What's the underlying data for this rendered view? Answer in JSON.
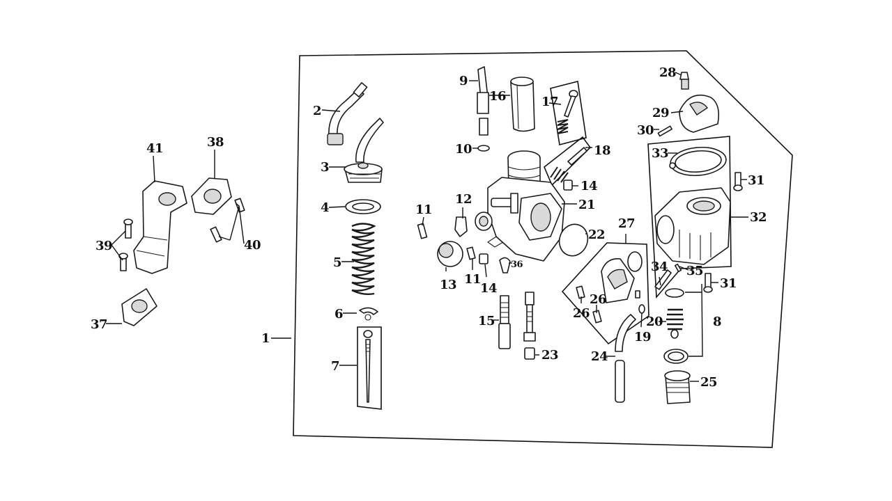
{
  "labels": [
    "1",
    "2",
    "3",
    "4",
    "5",
    "6",
    "7",
    "8",
    "9",
    "10",
    "11",
    "11",
    "12",
    "13",
    "14",
    "14",
    "15",
    "16",
    "17",
    "18",
    "19",
    "20",
    "21",
    "22",
    "23",
    "24",
    "25",
    "26",
    "26",
    "27",
    "28",
    "29",
    "30",
    "31",
    "31",
    "32",
    "33",
    "34",
    "35",
    "36",
    "37",
    "38",
    "39",
    "40",
    "41"
  ],
  "colors": {
    "line": "#1a1a1a",
    "background": "#ffffff",
    "shade": "#d9d9d9"
  }
}
